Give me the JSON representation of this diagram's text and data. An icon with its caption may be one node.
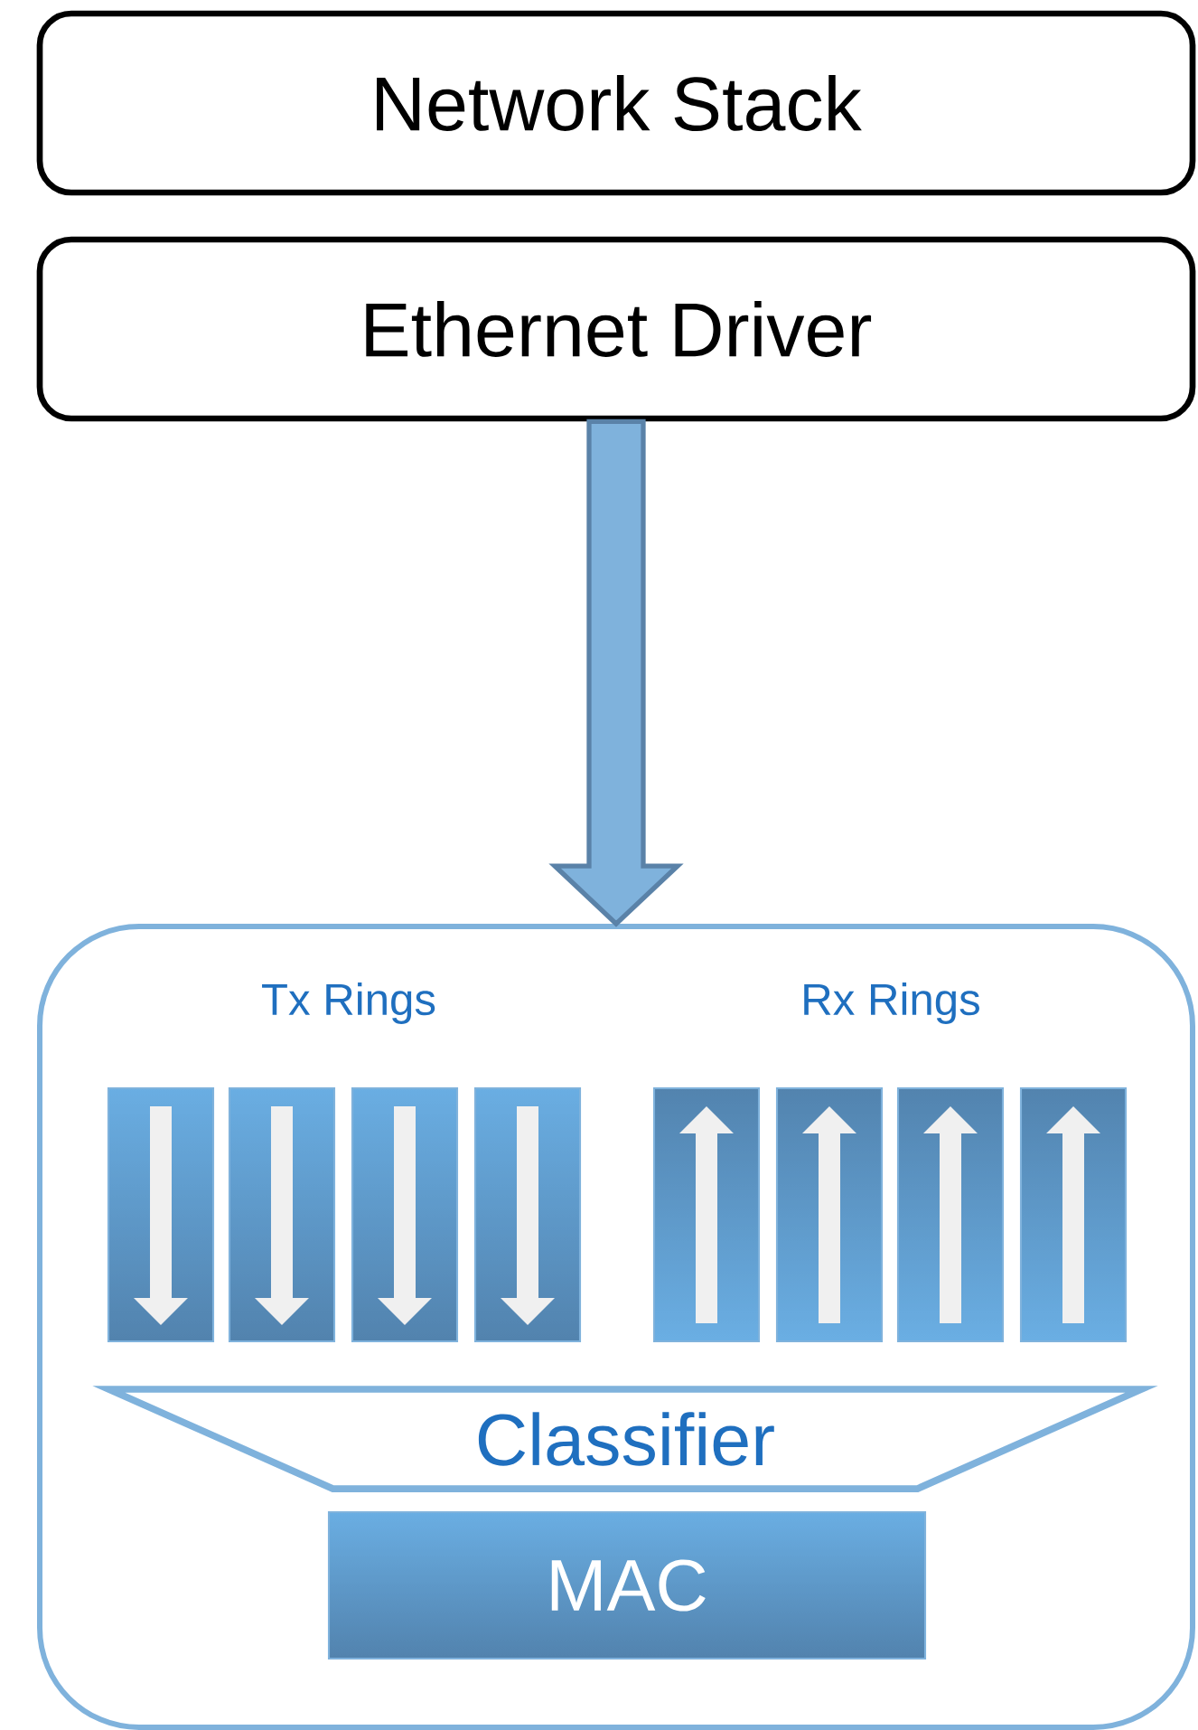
{
  "diagram": {
    "nodes": [
      {
        "text": [
          "Network Stack"
        ]
      },
      {
        "text": [
          "Ethernet Driver"
        ]
      },
      {
        "text": [],
        "shape": "box"
      },
      {
        "text": [],
        "shape": "bar",
        "in": 2
      },
      {
        "text": [],
        "shape": "bar",
        "in": 2
      },
      {
        "text": [],
        "shape": "bar",
        "in": 2
      },
      {
        "text": [],
        "shape": "bar",
        "in": 2
      },
      {
        "text": [],
        "shape": "bar",
        "in": 2
      },
      {
        "text": [],
        "shape": "bar",
        "in": 2
      },
      {
        "text": [],
        "shape": "bar",
        "in": 2
      },
      {
        "text": [],
        "shape": "bar",
        "in": 2
      },
      {
        "text": [
          "Classifier"
        ],
        "in": 2
      },
      {
        "text": [
          "MAC"
        ],
        "in": 2
      }
    ],
    "edges": [
      {
        "from": 1,
        "to": 2,
        "arrow": "to",
        "style": "thick"
      }
    ],
    "labels": [
      "Tx Rings",
      "Rx Rings"
    ]
  }
}
